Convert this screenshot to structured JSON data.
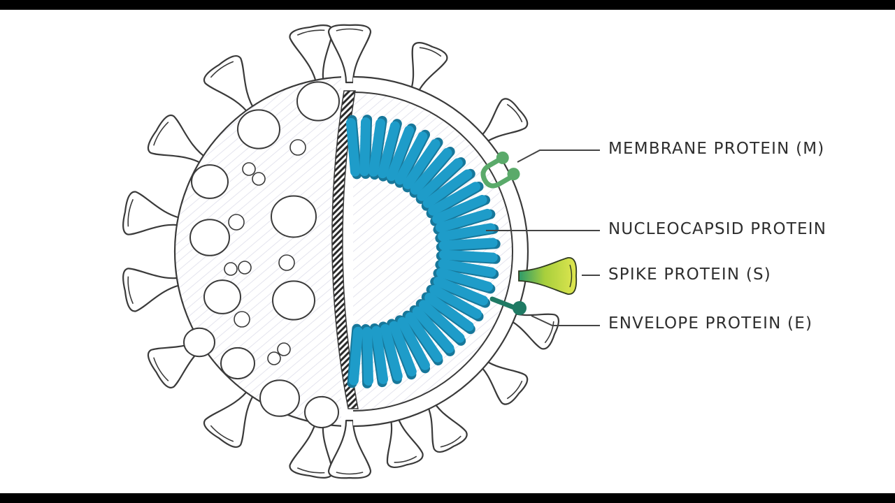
{
  "figure": {
    "subject": "Coronavirus structure (cutaway)",
    "colors": {
      "outline": "#3a3a3a",
      "nucleocapsid": "#1e9cc9",
      "nucleocapsid_dark": "#17779a",
      "membrane_protein": "#5aaa6a",
      "spike_protein_tip": "#d6e04a",
      "spike_protein_base": "#2c9a6a",
      "envelope_protein": "#1f7a64",
      "background": "#ffffff",
      "letterbox": "#000000"
    },
    "labels": [
      {
        "id": "membrane",
        "text": "MEMBRANE PROTEIN (M)"
      },
      {
        "id": "nucleocapsid",
        "text": "NUCLEOCAPSID PROTEIN"
      },
      {
        "id": "spike",
        "text": "SPIKE PROTEIN (S)"
      },
      {
        "id": "envelope",
        "text": "ENVELOPE PROTEIN (E)"
      }
    ]
  }
}
